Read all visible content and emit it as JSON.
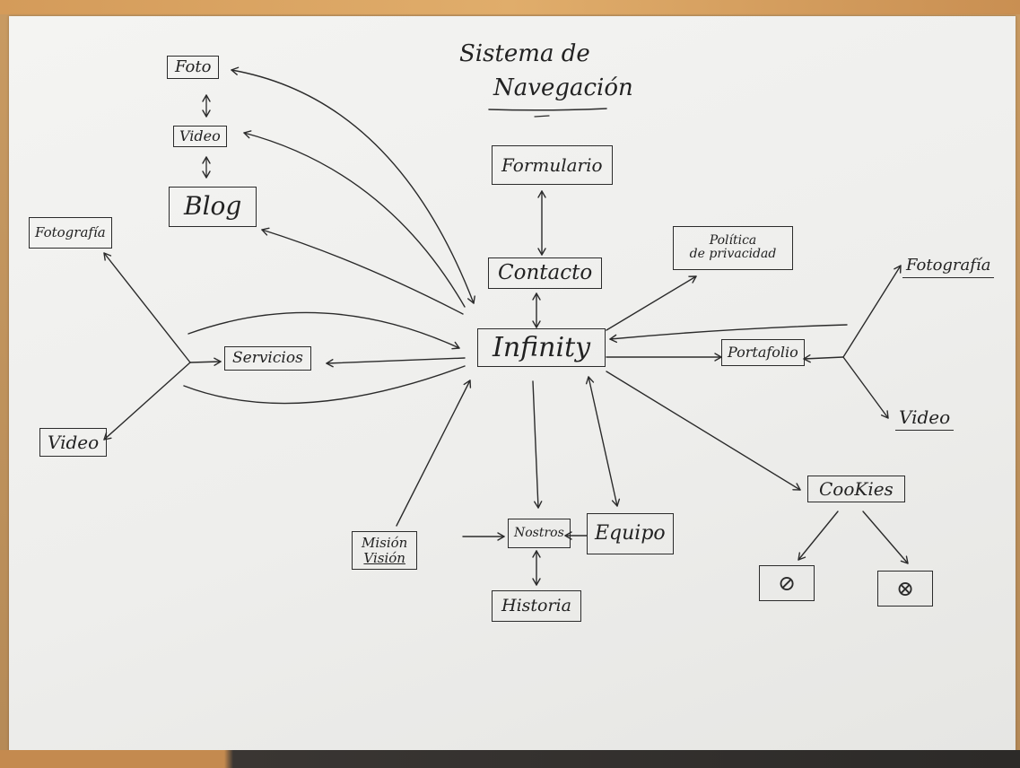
{
  "title": {
    "line1": "Sistema de",
    "line2": "Navegación"
  },
  "nodes": {
    "infinity": "Infinity",
    "contacto": "Contacto",
    "formulario": "Formulario",
    "politica_line1": "Política",
    "politica_line2": "de privacidad",
    "portafolio": "Portafolio",
    "fotografia_right": "Fotografía",
    "video_right": "Video",
    "cookies": "CooKies",
    "servicios": "Servicios",
    "fotografia_left": "Fotografía",
    "video_left": "Video",
    "foto": "Foto",
    "video_top": "Video",
    "blog": "Blog",
    "nosotros": "Nostros",
    "equipo": "Equipo",
    "mision_line1": "Misión",
    "mision_line2": "Visión",
    "historia": "Historia"
  },
  "icons": {
    "accept": "check-circle-icon",
    "reject": "cross-circle-icon"
  },
  "colors": {
    "ink": "#2b2b2b",
    "paper": "#f1f1ef",
    "wood": "#c8955a"
  }
}
